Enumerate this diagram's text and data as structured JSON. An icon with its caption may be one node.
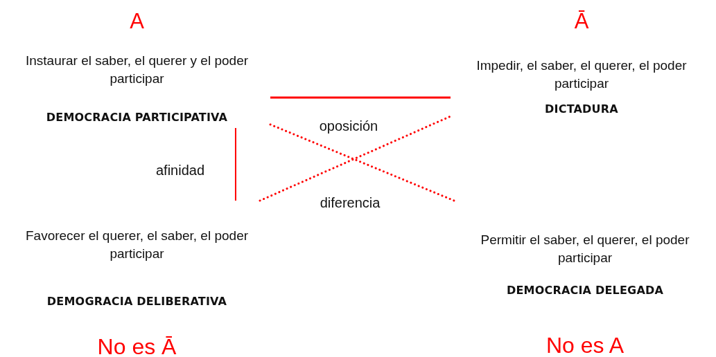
{
  "diagram": {
    "nodes": [
      {
        "text": [
          "A",
          "Instaurar el saber, el querer y el poder participar",
          "DEMOCRACIA PARTICIPATIVA"
        ]
      },
      {
        "text": [
          "Ā",
          "Impedir, el saber, el querer, el poder participar",
          "DICTADURA"
        ]
      },
      {
        "text": [
          "Favorecer el querer, el saber, el poder participar",
          "DEMOGRACIA DELIBERATIVA",
          "No es Ā"
        ]
      },
      {
        "text": [
          "Permitir el saber, el querer, el poder participar",
          "DEMOCRACIA DELEGADA",
          "No es A"
        ]
      }
    ],
    "edges": [
      {
        "from": 0,
        "to": 1,
        "arrow": "none",
        "label": "oposición"
      },
      {
        "from": 0,
        "to": 2,
        "arrow": "none",
        "label": "afinidad"
      },
      {
        "from": 0,
        "to": 3,
        "arrow": "none",
        "style": "dashed"
      },
      {
        "from": 2,
        "to": 1,
        "arrow": "none",
        "style": "dashed",
        "label": "diferencia"
      }
    ]
  }
}
